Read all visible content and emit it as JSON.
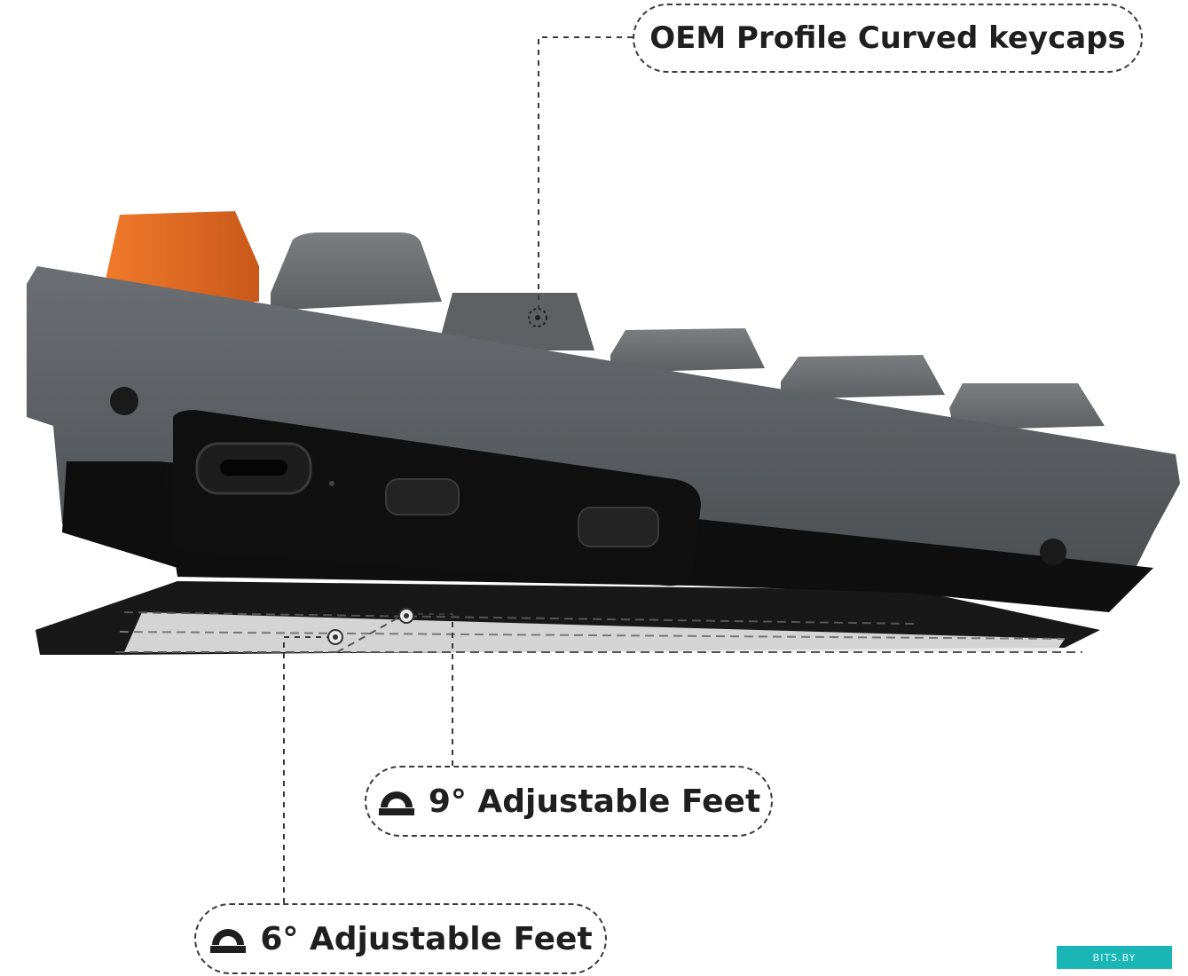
{
  "callouts": {
    "keycaps": "OEM Profile Curved keycaps",
    "feet_9": "9° Adjustable Feet",
    "feet_6": "6° Adjustable Feet"
  },
  "watermark": "BITS.BY",
  "icons": {
    "feet_icon": "protractor-ruler-icon"
  },
  "colors": {
    "keycap_accent": "#e26a1f",
    "keycap_gray": "#6a6c6f",
    "body_gray": "#55585b",
    "base_black": "#141414",
    "badge": "#1ab6b6"
  }
}
